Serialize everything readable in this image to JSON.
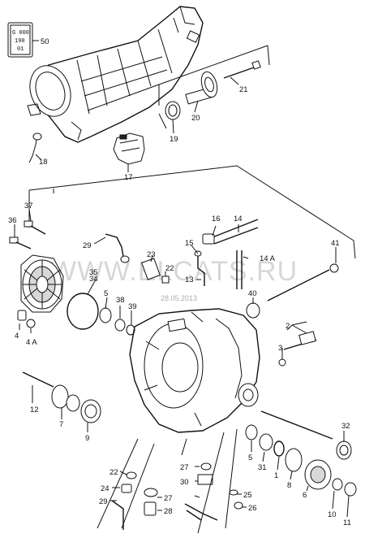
{
  "watermark": {
    "text": "WWW.ELCATS.RU",
    "date": "28.05.2013"
  },
  "label_tag": {
    "lines": [
      "G 000",
      "190",
      "01"
    ]
  },
  "callouts": {
    "c50": "50",
    "c21": "21",
    "c20": "20",
    "c19": "19",
    "c18": "18",
    "c17": "17",
    "c37": "37",
    "c36": "36",
    "c16": "16",
    "c14": "14",
    "c15": "15",
    "c14a": "14 A",
    "c13": "13",
    "c41": "41",
    "c40": "40",
    "c29a": "29",
    "c23": "23",
    "c22a": "22",
    "c35": "35",
    "c34": "34",
    "c5a": "5",
    "c38": "38",
    "c39": "39",
    "c4": "4",
    "c4a": "4 A",
    "c2": "2",
    "c3": "3",
    "c12": "12",
    "c7": "7",
    "c9": "9",
    "c32": "32",
    "c5b": "5",
    "c31": "31",
    "c1": "1",
    "c8": "8",
    "c6": "6",
    "c10": "10",
    "c11": "11",
    "c22b": "22",
    "c24": "24",
    "c29b": "29",
    "c27a": "27",
    "c28": "28",
    "c27b": "27",
    "c30": "30",
    "c25": "25",
    "c26": "26"
  }
}
